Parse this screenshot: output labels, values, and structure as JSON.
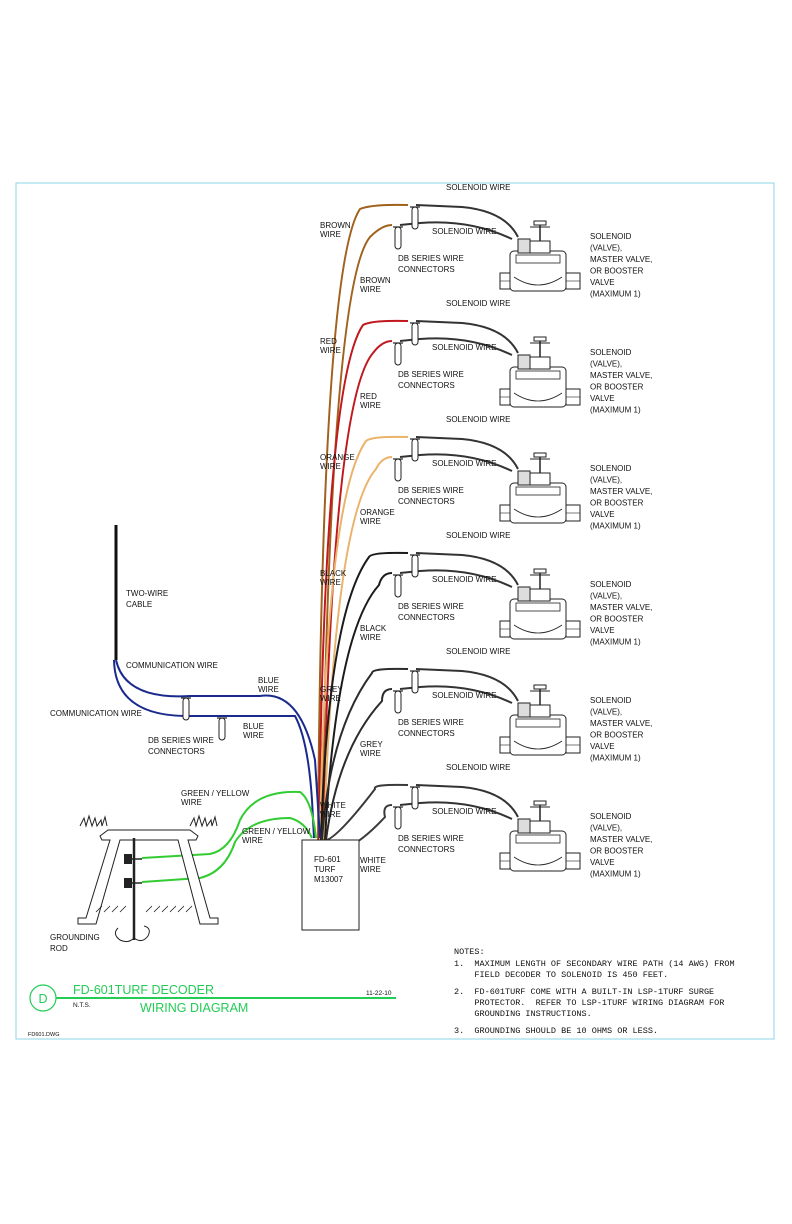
{
  "colors": {
    "brown": "#a0611d",
    "red": "#c0181e",
    "orange": "#e9b36b",
    "black": "#1b1b1b",
    "grey": "#2c2c2c",
    "white_wire": "#3a3a3a",
    "blue": "#1a2a8c",
    "green": "#33cc33",
    "frame": "#8fd3e6",
    "title_text": "#22cc55"
  },
  "zones": [
    {
      "wire_color": "brown",
      "upper_wire_label": [
        "BROWN",
        "WIRE"
      ],
      "lower_wire_label": [
        "BROWN",
        "WIRE"
      ],
      "solenoid_wire_top": "SOLENOID WIRE",
      "solenoid_wire_mid": "SOLENOID WIRE",
      "connectors": [
        "DB SERIES WIRE",
        "CONNECTORS"
      ],
      "valve": [
        "SOLENOID",
        "(VALVE),",
        "MASTER VALVE,",
        "OR BOOSTER",
        "VALVE",
        "(MAXIMUM 1)"
      ]
    },
    {
      "wire_color": "red",
      "upper_wire_label": [
        "RED",
        "WIRE"
      ],
      "lower_wire_label": [
        "RED",
        "WIRE"
      ],
      "solenoid_wire_top": "SOLENOID WIRE",
      "solenoid_wire_mid": "SOLENOID WIRE",
      "connectors": [
        "DB SERIES WIRE",
        "CONNECTORS"
      ],
      "valve": [
        "SOLENOID",
        "(VALVE),",
        "MASTER VALVE,",
        "OR BOOSTER",
        "VALVE",
        "(MAXIMUM 1)"
      ]
    },
    {
      "wire_color": "orange",
      "upper_wire_label": [
        "ORANGE",
        "WIRE"
      ],
      "lower_wire_label": [
        "ORANGE",
        "WIRE"
      ],
      "solenoid_wire_top": "SOLENOID WIRE",
      "solenoid_wire_mid": "SOLENOID WIRE",
      "connectors": [
        "DB SERIES WIRE",
        "CONNECTORS"
      ],
      "valve": [
        "SOLENOID",
        "(VALVE),",
        "MASTER VALVE,",
        "OR BOOSTER",
        "VALVE",
        "(MAXIMUM 1)"
      ]
    },
    {
      "wire_color": "black",
      "upper_wire_label": [
        "BLACK",
        "WIRE"
      ],
      "lower_wire_label": [
        "BLACK",
        "WIRE"
      ],
      "solenoid_wire_top": "SOLENOID WIRE",
      "solenoid_wire_mid": "SOLENOID WIRE",
      "connectors": [
        "DB SERIES WIRE",
        "CONNECTORS"
      ],
      "valve": [
        "SOLENOID",
        "(VALVE),",
        "MASTER VALVE,",
        "OR BOOSTER",
        "VALVE",
        "(MAXIMUM 1)"
      ]
    },
    {
      "wire_color": "grey",
      "upper_wire_label": [
        "GREY",
        "WIRE"
      ],
      "lower_wire_label": [
        "GREY",
        "WIRE"
      ],
      "solenoid_wire_top": "SOLENOID WIRE",
      "solenoid_wire_mid": "SOLENOID WIRE",
      "connectors": [
        "DB SERIES WIRE",
        "CONNECTORS"
      ],
      "valve": [
        "SOLENOID",
        "(VALVE),",
        "MASTER VALVE,",
        "OR BOOSTER",
        "VALVE",
        "(MAXIMUM 1)"
      ]
    },
    {
      "wire_color": "white_wire",
      "upper_wire_label": [
        "WHITE",
        "WIRE"
      ],
      "lower_wire_label": [
        "WHITE",
        "WIRE"
      ],
      "solenoid_wire_top": "SOLENOID WIRE",
      "solenoid_wire_mid": "SOLENOID WIRE",
      "connectors": [
        "DB SERIES WIRE",
        "CONNECTORS"
      ],
      "valve": [
        "SOLENOID",
        "(VALVE),",
        "MASTER VALVE,",
        "OR BOOSTER",
        "VALVE",
        "(MAXIMUM 1)"
      ]
    }
  ],
  "two_wire_cable": [
    "TWO-WIRE",
    "CABLE"
  ],
  "communication_wire": "COMMUNICATION WIRE",
  "communication_wire_2": "COMMUNICATION WIRE",
  "blue_wire_1": [
    "BLUE",
    "WIRE"
  ],
  "blue_wire_2": [
    "BLUE",
    "WIRE"
  ],
  "comm_connectors": [
    "DB SERIES WIRE",
    "CONNECTORS"
  ],
  "green_yellow_1": [
    "GREEN / YELLOW",
    "WIRE"
  ],
  "green_yellow_2": [
    "GREEN / YELLOW",
    "WIRE"
  ],
  "grounding_rod": [
    "GROUNDING",
    "ROD"
  ],
  "decoder_box": [
    "FD-601",
    "TURF",
    "M13007"
  ],
  "notes": {
    "heading": "NOTES:",
    "lines": [
      "1.  MAXIMUM LENGTH OF SECONDARY WIRE PATH (14 AWG) FROM",
      "    FIELD DECODER TO SOLENOID IS 450 FEET.",
      "",
      "2.  FD-601TURF COME WITH A BUILT-IN LSP-1TURF SURGE",
      "    PROTECTOR.  REFER TO LSP-1TURF WIRING DIAGRAM FOR",
      "    GROUNDING INSTRUCTIONS.",
      "",
      "3.  GROUNDING SHOULD BE 10 OHMS OR LESS."
    ]
  },
  "title_block": {
    "badge": "D",
    "title": "FD-601TURF DECODER",
    "subtitle": "WIRING DIAGRAM",
    "scale": "N.T.S.",
    "date": "11-22-10",
    "drawing_file": "FD601.DWG"
  }
}
